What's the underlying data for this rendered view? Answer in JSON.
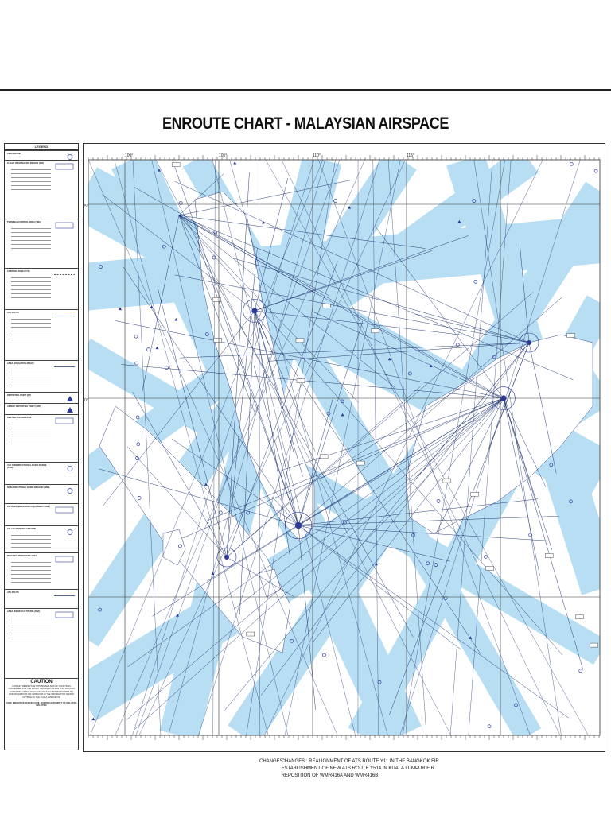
{
  "title": "ENROUTE CHART - MALAYSIAN AIRSPACE",
  "legend": {
    "heading": "LEGEND",
    "sections": [
      "AERODROME",
      "FLIGHT INFORMATION REGION (FIR)",
      "TERMINAL CONTROL AREA (TMA)",
      "CONTROL ZONE (CTR)",
      "ATS ROUTE",
      "AREA NAVIGATION (RNAV)",
      "REPORTING POINT (RP)",
      "AIRWAY REPORTING POINT (ARP)",
      "RESTRICTED AIRSPACE",
      "VHF OMNIDIRECTIONAL RADIO RANGE (VOR)",
      "NON-DIRECTIONAL RADIO BEACON (NDB)",
      "DISTANCE MEASURING EQUIPMENT (DME)",
      "CO-LOCATED VOR AND DME",
      "MILITARY OPERATIONS AREA",
      "ATS ROUTE",
      "AREA MINIMUM ALTITUDE (AMA)"
    ],
    "caution_title": "CAUTION",
    "caution_text": "CONSULT RESPECTIVE NOTAMS AND AIPS OF COUNTRIES CONCERNED FOR THE LATEST INFORMATION AND CIVIL AVIATION AUTHORITY OF MALAYSIA DOES NOT ACCEPT RESPONSIBILITY FOR ANY ERRORS OR OMISSIONS IN THE INFORMATION SHOWN OUTSIDE OF THE KUALA LUMPUR FIR",
    "authority": "CHIEF EXECUTIVE OFFICER CIVIL AVIATION AUTHORITY OF MALAYSIA MALAYSIA"
  },
  "map": {
    "colors": {
      "airspace": "#b7def3",
      "route": "#1a2f6b",
      "land": "#ffffff",
      "symbol": "#2c3a99"
    },
    "longitude_labels": [
      "100°",
      "105°",
      "110°",
      "115°"
    ],
    "latitude_labels": [
      "5°",
      "0°"
    ]
  },
  "changes": {
    "label": "CHANGES :",
    "lines": [
      "CHANGES : REALIGNMENT OF ATS ROUTE Y11 IN THE BANGKOK FIR",
      "ESTABLISHMENT OF NEW ATS ROUTE Y514 IN KUALA LUMPUR FIR",
      "REPOSITION OF WMR416A AND WMR416B"
    ]
  }
}
